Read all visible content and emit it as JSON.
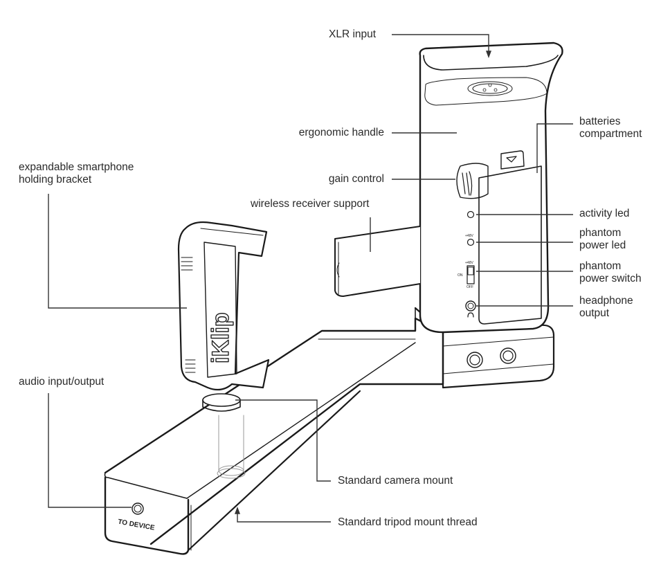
{
  "diagram": {
    "subject": "iKlip handheld microphone rig",
    "logo_text": "iKlip",
    "port_label": "TO DEVICE",
    "phantom_mark": "+48V",
    "switch_on": "ON",
    "switch_off": "OFF",
    "labels": {
      "xlr_input": "XLR input",
      "ergonomic_handle": "ergonomic handle",
      "batteries_compartment": "batteries\ncompartment",
      "expandable_bracket": "expandable smartphone\nholding bracket",
      "gain_control": "gain control",
      "wireless_receiver_support": "wireless receiver support",
      "activity_led": "activity led",
      "phantom_power_led": "phantom\npower led",
      "phantom_power_switch": "phantom\npower switch",
      "headphone_output": "headphone\noutput",
      "audio_io": "audio input/output",
      "camera_mount": "Standard camera mount",
      "tripod_thread": "Standard tripod mount thread"
    },
    "colors": {
      "line": "#1a1a1a",
      "text": "#2a2a2a",
      "background": "#ffffff"
    }
  }
}
